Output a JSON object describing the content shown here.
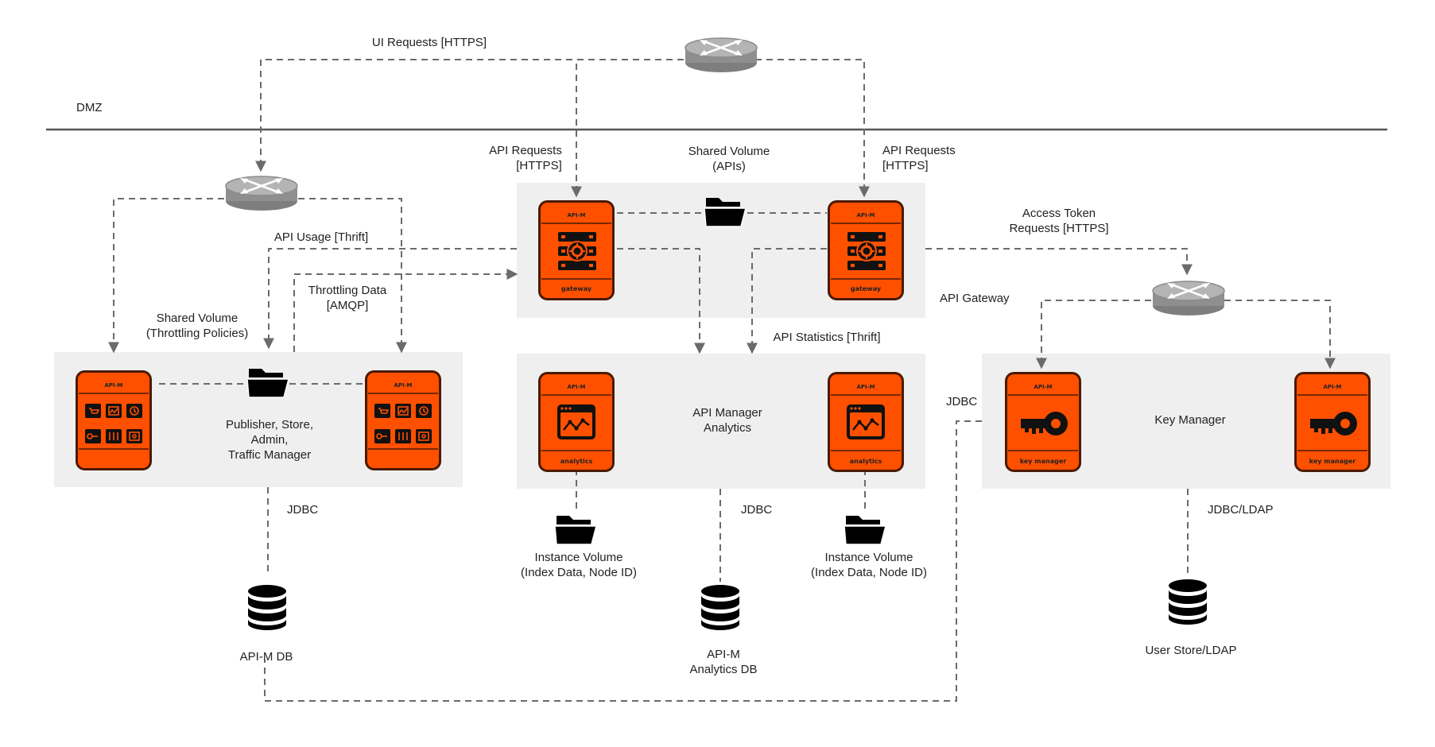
{
  "colors": {
    "node_fill": "#ff5000",
    "node_stroke": "#4a1a00",
    "zone": "#efefef",
    "connector": "#6b6b6b",
    "router": "#9a9a9a",
    "dmz_line": "#555555"
  },
  "labels": {
    "ui_requests": "UI Requests [HTTPS]",
    "dmz": "DMZ",
    "api_requests_left": [
      "API Requests",
      "[HTTPS]"
    ],
    "shared_volume_apis": [
      "Shared Volume",
      "(APIs)"
    ],
    "api_requests_right": [
      "API Requests",
      "[HTTPS]"
    ],
    "access_token": [
      "Access Token",
      "Requests [HTTPS]"
    ],
    "api_usage": "API Usage [Thrift]",
    "throttling_data": [
      "Throttling Data",
      "[AMQP]"
    ],
    "shared_volume_throttling": [
      "Shared Volume",
      "(Throttling Policies)"
    ],
    "api_gateway": "API Gateway",
    "api_statistics": "API Statistics [Thrift]",
    "publisher_zone": [
      "Publisher, Store,",
      "Admin,",
      "Traffic Manager"
    ],
    "analytics_zone": [
      "API Manager",
      "Analytics"
    ],
    "key_manager_zone": "Key Manager",
    "jdbc_keymgr": "JDBC",
    "jdbc_publisher": "JDBC",
    "jdbc_analytics": "JDBC",
    "jdbc_ldap": "JDBC/LDAP",
    "instance_volume_left": [
      "Instance Volume",
      "(Index Data, Node ID)"
    ],
    "instance_volume_right": [
      "Instance Volume",
      "(Index Data, Node ID)"
    ],
    "apim_db": "API-M DB",
    "analytics_db": [
      "API-M",
      "Analytics DB"
    ],
    "user_store": "User Store/LDAP"
  },
  "nodes": [
    {
      "header": "API-M",
      "footer": "",
      "icon": "publisher-grid-icon"
    },
    {
      "header": "API-M",
      "footer": "",
      "icon": "publisher-grid-icon"
    },
    {
      "header": "API-M",
      "footer": "gateway",
      "icon": "gateway-server-icon"
    },
    {
      "header": "API-M",
      "footer": "gateway",
      "icon": "gateway-server-icon"
    },
    {
      "header": "API-M",
      "footer": "analytics",
      "icon": "analytics-chart-icon"
    },
    {
      "header": "API-M",
      "footer": "analytics",
      "icon": "analytics-chart-icon"
    },
    {
      "header": "API-M",
      "footer": "key manager",
      "icon": "key-icon"
    },
    {
      "header": "API-M",
      "footer": "key manager",
      "icon": "key-icon"
    }
  ]
}
